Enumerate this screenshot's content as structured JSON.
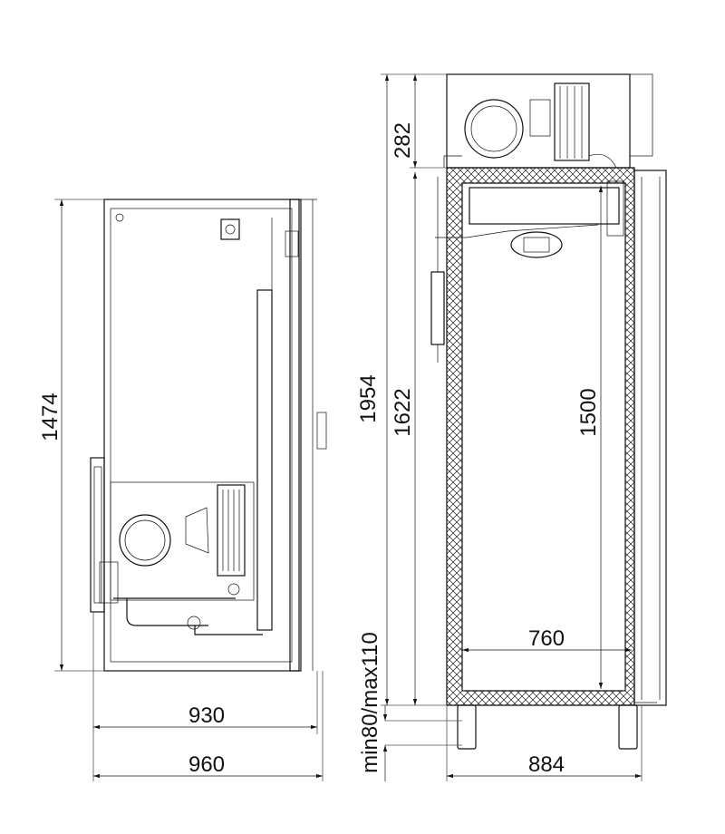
{
  "drawing": {
    "side_view": {
      "height_label": "1474",
      "depth_label": "930",
      "overall_depth_label": "960"
    },
    "section_view": {
      "overall_height_label": "1954",
      "top_unit_height_label": "282",
      "body_height_label": "1622",
      "interior_height_label": "1500",
      "interior_width_label": "760",
      "leg_height_label": "min80/max110",
      "width_label": "884"
    },
    "colors": {
      "line": "#111111",
      "background": "#ffffff"
    }
  }
}
